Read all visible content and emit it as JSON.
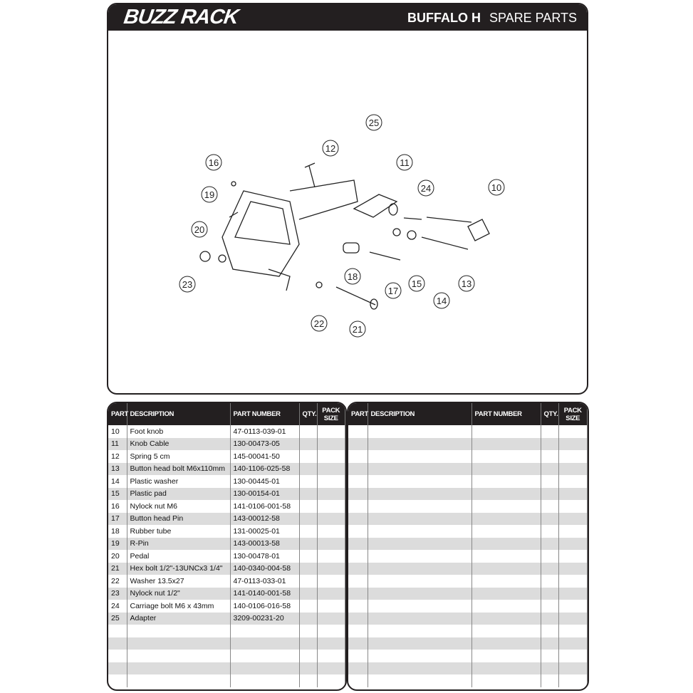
{
  "header": {
    "brand": "BUZZ RACK",
    "model": "BUFFALO H",
    "subtitle": "SPARE PARTS"
  },
  "diagram": {
    "callouts": [
      "16",
      "12",
      "25",
      "11",
      "24",
      "10",
      "19",
      "20",
      "23",
      "18",
      "17",
      "15",
      "14",
      "13",
      "22",
      "21"
    ]
  },
  "columns": {
    "part": "PART",
    "description": "DESCRIPTION",
    "part_number": "PART NUMBER",
    "qty": "QTY.",
    "pack_size": "PACK SIZE"
  },
  "parts": [
    {
      "part": "10",
      "description": "Foot knob",
      "part_number": "47-0113-039-01"
    },
    {
      "part": "11",
      "description": "Knob Cable",
      "part_number": "130-00473-05"
    },
    {
      "part": "12",
      "description": "Spring 5 cm",
      "part_number": "145-00041-50"
    },
    {
      "part": "13",
      "description": "Button head bolt M6x110mm",
      "part_number": "140-1106-025-58"
    },
    {
      "part": "14",
      "description": "Plastic washer",
      "part_number": "130-00445-01"
    },
    {
      "part": "15",
      "description": "Plastic pad",
      "part_number": "130-00154-01"
    },
    {
      "part": "16",
      "description": "Nylock nut M6",
      "part_number": "141-0106-001-58"
    },
    {
      "part": "17",
      "description": "Button head Pin",
      "part_number": "143-00012-58"
    },
    {
      "part": "18",
      "description": "Rubber tube",
      "part_number": "131-00025-01"
    },
    {
      "part": "19",
      "description": "R-Pin",
      "part_number": "143-00013-58"
    },
    {
      "part": "20",
      "description": "Pedal",
      "part_number": "130-00478-01"
    },
    {
      "part": "21",
      "description": "Hex bolt 1/2\"-13UNCx3 1/4\"",
      "part_number": "140-0340-004-58"
    },
    {
      "part": "22",
      "description": "Washer 13.5x27",
      "part_number": "47-0113-033-01"
    },
    {
      "part": "23",
      "description": "Nylock nut 1/2\"",
      "part_number": "141-0140-001-58"
    },
    {
      "part": "24",
      "description": "Carriage bolt M6 x 43mm",
      "part_number": "140-0106-016-58"
    },
    {
      "part": "25",
      "description": "Adapter",
      "part_number": "3209-00231-20"
    }
  ]
}
